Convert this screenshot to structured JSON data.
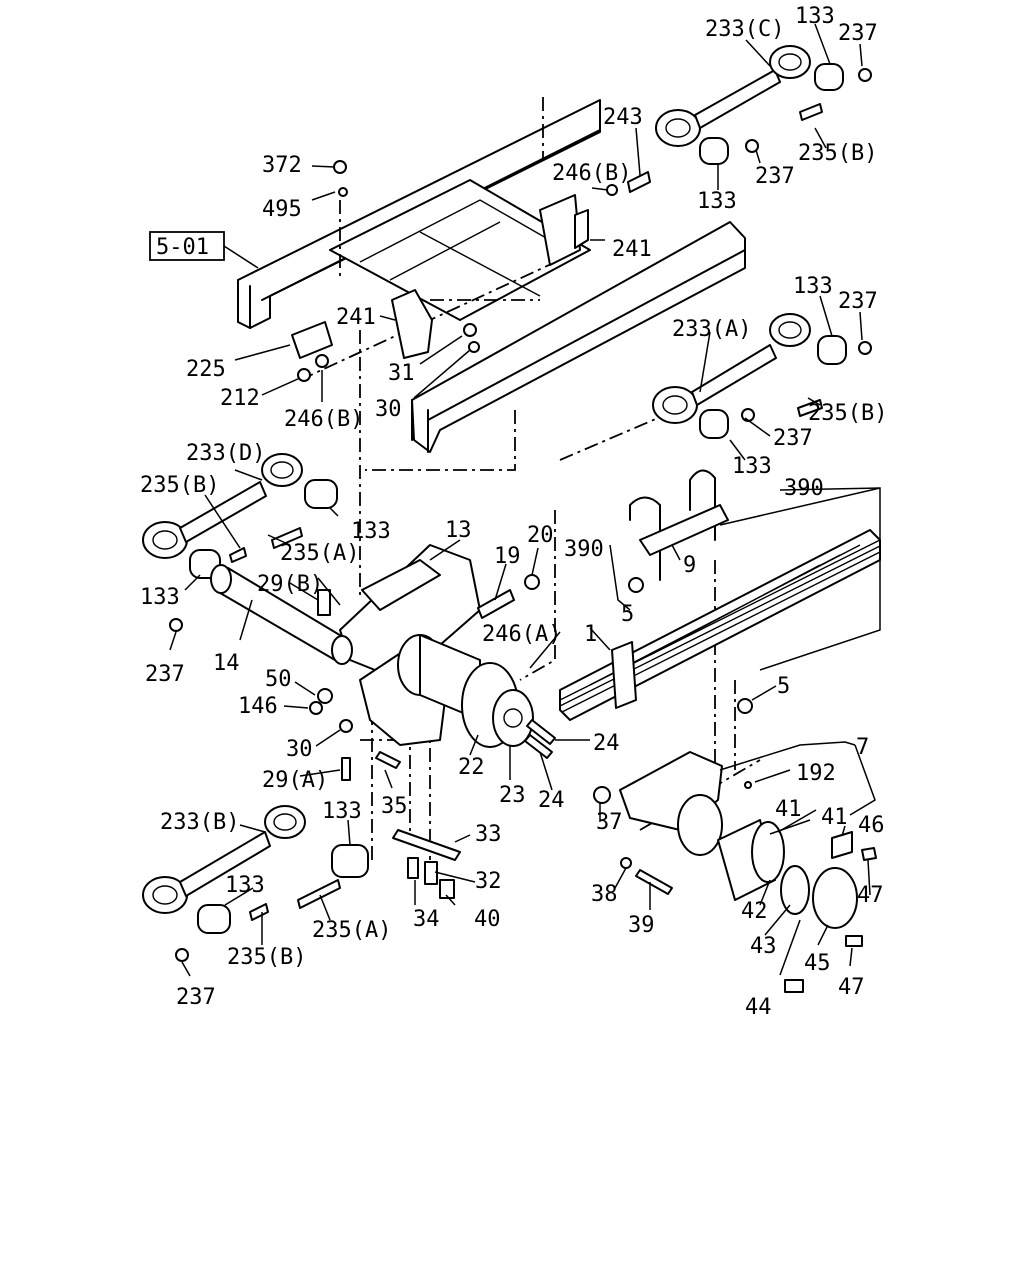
{
  "diagram": {
    "labels": [
      {
        "id": "l01",
        "text": "233(C)"
      },
      {
        "id": "l02",
        "text": "133"
      },
      {
        "id": "l03",
        "text": "237"
      },
      {
        "id": "l04",
        "text": "243"
      },
      {
        "id": "l05",
        "text": "235(B)"
      },
      {
        "id": "l06",
        "text": "372"
      },
      {
        "id": "l07",
        "text": "246(B)"
      },
      {
        "id": "l08",
        "text": "237"
      },
      {
        "id": "l09",
        "text": "495"
      },
      {
        "id": "l10",
        "text": "133"
      },
      {
        "id": "l11",
        "text": "241"
      },
      {
        "id": "l12",
        "text": "241"
      },
      {
        "id": "l13",
        "text": "133"
      },
      {
        "id": "l14",
        "text": "237"
      },
      {
        "id": "l15",
        "text": "225"
      },
      {
        "id": "l16",
        "text": "31"
      },
      {
        "id": "l17",
        "text": "233(A)"
      },
      {
        "id": "l18",
        "text": "212"
      },
      {
        "id": "l19",
        "text": "30"
      },
      {
        "id": "l20",
        "text": "235(B)"
      },
      {
        "id": "l21",
        "text": "246(B)"
      },
      {
        "id": "l22",
        "text": "237"
      },
      {
        "id": "l23",
        "text": "133"
      },
      {
        "id": "l24",
        "text": "233(D)"
      },
      {
        "id": "l25",
        "text": "390"
      },
      {
        "id": "l26",
        "text": "235(B)"
      },
      {
        "id": "l27",
        "text": "13"
      },
      {
        "id": "l28",
        "text": "133"
      },
      {
        "id": "l29",
        "text": "20"
      },
      {
        "id": "l30",
        "text": "235(A)"
      },
      {
        "id": "l31",
        "text": "19"
      },
      {
        "id": "l32",
        "text": "390"
      },
      {
        "id": "l33",
        "text": "9"
      },
      {
        "id": "l34",
        "text": "29(B)"
      },
      {
        "id": "l35",
        "text": "133"
      },
      {
        "id": "l36",
        "text": "5"
      },
      {
        "id": "l37",
        "text": "246(A)"
      },
      {
        "id": "l38",
        "text": "237"
      },
      {
        "id": "l39",
        "text": "1"
      },
      {
        "id": "l40",
        "text": "14"
      },
      {
        "id": "l41",
        "text": "50"
      },
      {
        "id": "l42",
        "text": "5"
      },
      {
        "id": "l43",
        "text": "146"
      },
      {
        "id": "l44",
        "text": "24"
      },
      {
        "id": "l45",
        "text": "7"
      },
      {
        "id": "l46",
        "text": "30"
      },
      {
        "id": "l47",
        "text": "192"
      },
      {
        "id": "l48",
        "text": "22"
      },
      {
        "id": "l49",
        "text": "23"
      },
      {
        "id": "l50",
        "text": "29(A)"
      },
      {
        "id": "l51",
        "text": "24"
      },
      {
        "id": "l52",
        "text": "41"
      },
      {
        "id": "l53",
        "text": "35"
      },
      {
        "id": "l54",
        "text": "41"
      },
      {
        "id": "l55",
        "text": "37"
      },
      {
        "id": "l56",
        "text": "46"
      },
      {
        "id": "l57",
        "text": "233(B)"
      },
      {
        "id": "l58",
        "text": "133"
      },
      {
        "id": "l59",
        "text": "33"
      },
      {
        "id": "l60",
        "text": "133"
      },
      {
        "id": "l61",
        "text": "32"
      },
      {
        "id": "l62",
        "text": "38"
      },
      {
        "id": "l63",
        "text": "47"
      },
      {
        "id": "l64",
        "text": "42"
      },
      {
        "id": "l65",
        "text": "235(A)"
      },
      {
        "id": "l66",
        "text": "34"
      },
      {
        "id": "l67",
        "text": "40"
      },
      {
        "id": "l68",
        "text": "39"
      },
      {
        "id": "l69",
        "text": "43"
      },
      {
        "id": "l70",
        "text": "235(B)"
      },
      {
        "id": "l71",
        "text": "45"
      },
      {
        "id": "l72",
        "text": "47"
      },
      {
        "id": "l73",
        "text": "237"
      },
      {
        "id": "l74",
        "text": "44"
      }
    ],
    "reference_box": "5-01"
  }
}
